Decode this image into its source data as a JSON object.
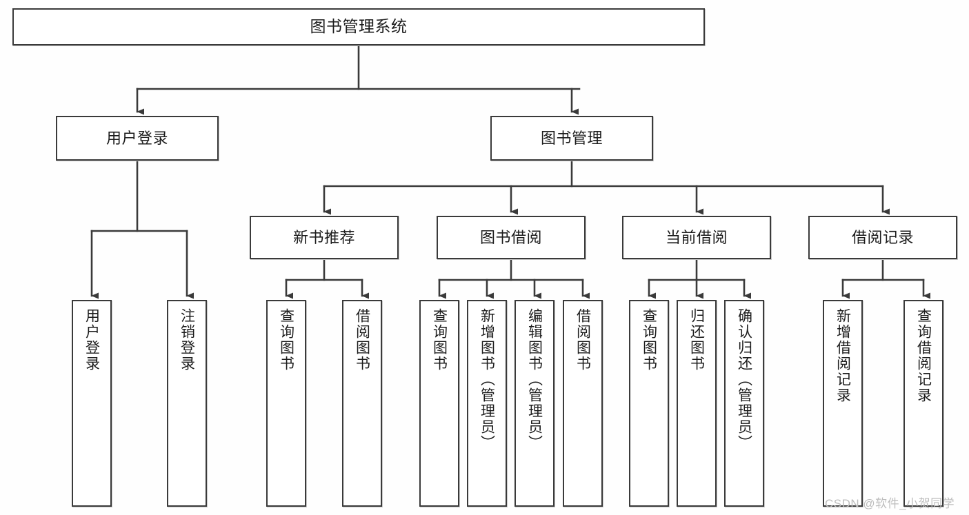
{
  "diagram": {
    "title": "图书管理系统",
    "type": "tree",
    "background": "#fefefe",
    "line_color": "#3a3a3a",
    "box_fill": "#ffffff",
    "box_border": "#3a3a3a"
  },
  "nodes": {
    "root": {
      "label": "图书管理系统"
    },
    "level2": [
      {
        "id": "user-login",
        "label": "用户登录"
      },
      {
        "id": "book-manage",
        "label": "图书管理"
      }
    ],
    "level3": [
      {
        "id": "new-book-recommend",
        "label": "新书推荐"
      },
      {
        "id": "book-borrow",
        "label": "图书借阅"
      },
      {
        "id": "current-borrow",
        "label": "当前借阅"
      },
      {
        "id": "borrow-record",
        "label": "借阅记录"
      }
    ],
    "leaves": {
      "user-login": [
        {
          "id": "leaf-user-login",
          "label": "用户登录"
        },
        {
          "id": "leaf-logout-login",
          "label": "注销登录"
        }
      ],
      "new-book-recommend": [
        {
          "id": "leaf-query-book-1",
          "label": "查询图书"
        },
        {
          "id": "leaf-borrow-book-1",
          "label": "借阅图书"
        }
      ],
      "book-borrow": [
        {
          "id": "leaf-query-book-2",
          "label": "查询图书"
        },
        {
          "id": "leaf-add-book",
          "label": "新增图书（管理员）"
        },
        {
          "id": "leaf-edit-book",
          "label": "编辑图书（管理员）"
        },
        {
          "id": "leaf-borrow-book-2",
          "label": "借阅图书"
        }
      ],
      "current-borrow": [
        {
          "id": "leaf-query-book-3",
          "label": "查询图书"
        },
        {
          "id": "leaf-return-book",
          "label": "归还图书"
        },
        {
          "id": "leaf-confirm-return",
          "label": "确认归还（管理员）"
        }
      ],
      "borrow-record": [
        {
          "id": "leaf-add-record",
          "label": "新增借阅记录"
        },
        {
          "id": "leaf-query-record",
          "label": "查询借阅记录"
        }
      ]
    }
  },
  "watermark": {
    "text": "CSDN @软件_小贺同学",
    "color": "#bdbdbd"
  }
}
